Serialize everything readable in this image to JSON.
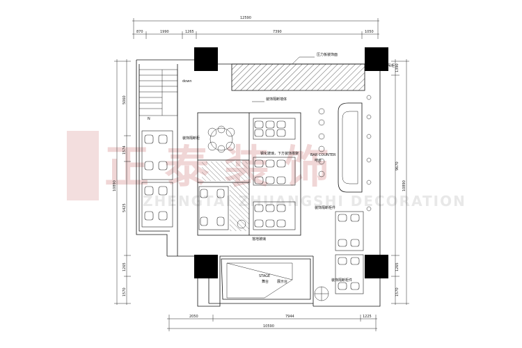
{
  "plan": {
    "dimensions": {
      "top_total": "12590",
      "top_segments": [
        "870",
        "1990",
        "1265",
        "7390",
        "1050"
      ],
      "left_total": "10890",
      "left_segments": [
        "5060",
        "1574",
        "5425",
        "1265",
        "1570"
      ],
      "right_total": "10890",
      "right_segments": [
        "1390",
        "9670",
        "1265",
        "1570"
      ],
      "bottom_segments": [
        "2050",
        "7944",
        "1225"
      ],
      "bottom_total": "10590"
    },
    "labels": {
      "top_bar": "压力板装饰面",
      "decor_wall": "装饰隔断墙体",
      "glass_partition": "钢化玻璃，下方装饰搭架",
      "bar_counter": "BAR COUNTER",
      "bar_counter_cn": "吧台",
      "cabinet_left": "装饰隔断柜",
      "cabinet_right": "装饰隔断柜件",
      "window_glass": "落地玻璃",
      "stage_label": "STAGE",
      "stage_cn": "舞台",
      "platform": "展示台",
      "down": "down",
      "cabinet_right_lower": "装饰隔断柜件",
      "north": "N",
      "scale_note": "吊柜"
    },
    "watermark": {
      "cn": "正 泰 装 饰",
      "en": "ZHENGTAI ZHUANGSHI DECORATION"
    }
  }
}
